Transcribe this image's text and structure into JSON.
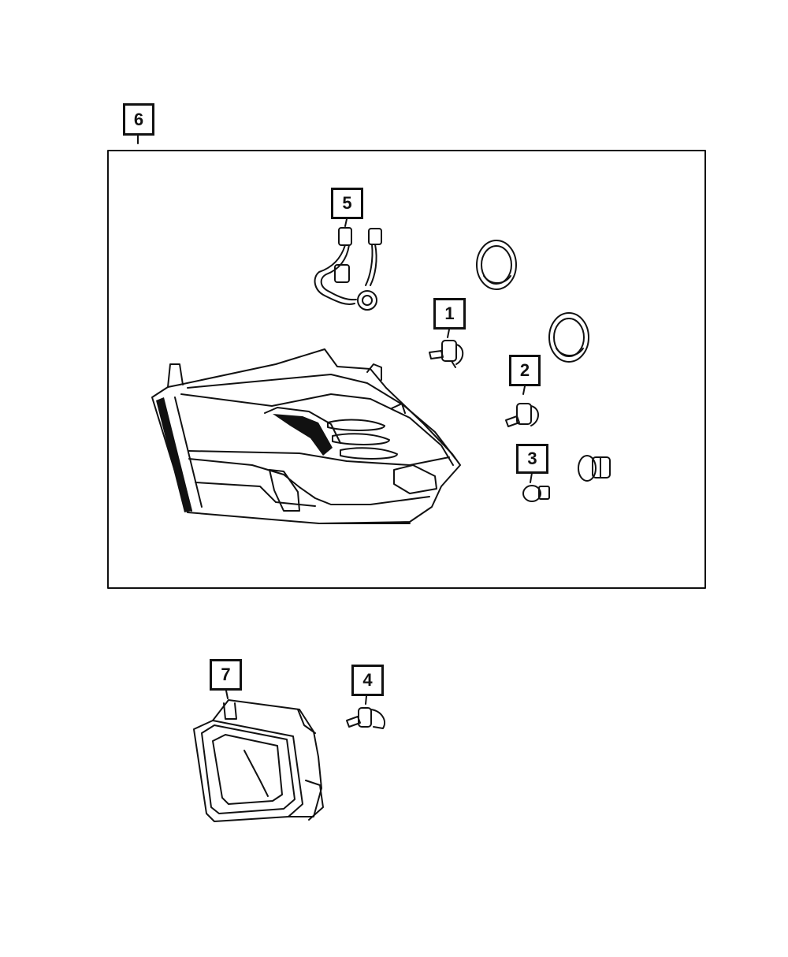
{
  "callouts": [
    {
      "id": "6",
      "label": "6",
      "part": "headlamp-assembly"
    },
    {
      "id": "5",
      "label": "5",
      "part": "wiring-harness"
    },
    {
      "id": "1",
      "label": "1",
      "part": "low-beam-bulb"
    },
    {
      "id": "2",
      "label": "2",
      "part": "high-beam-bulb"
    },
    {
      "id": "3",
      "label": "3",
      "part": "park-turn-bulb"
    },
    {
      "id": "7",
      "label": "7",
      "part": "fog-lamp"
    },
    {
      "id": "4",
      "label": "4",
      "part": "fog-lamp-bulb"
    }
  ],
  "colors": {
    "line": "#111111",
    "background": "#ffffff"
  }
}
